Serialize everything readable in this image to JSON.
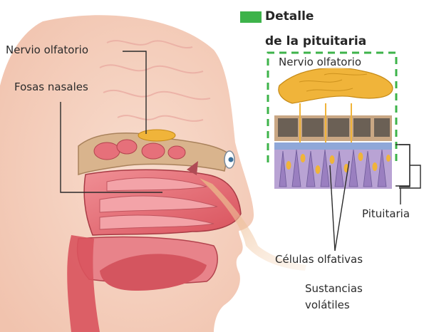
{
  "colors": {
    "accent": "#3db34a",
    "callout_line": "#2b2b2b",
    "flesh": "#f6d2c0",
    "tissue": "#e8838a",
    "bone": "#d9b48d",
    "nerve": "#f0b43a"
  },
  "title": {
    "line1": "Detalle",
    "line2": "de la pituitaria",
    "swatch_color": "#3db34a"
  },
  "labels": {
    "olfactory_nerve": "Nervio olfatorio",
    "nasal_cavities": "Fosas nasales",
    "inset_olfactory_nerve": "Nervio olfatorio",
    "pituitary": "Pituitaria",
    "olfactory_cells": "Células olfativas",
    "volatile_substances_line1": "Sustancias",
    "volatile_substances_line2": "volátiles"
  }
}
